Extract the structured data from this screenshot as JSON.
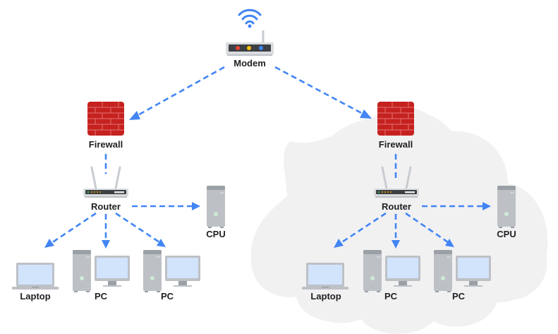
{
  "diagram": {
    "colors": {
      "edge": "#4285f4",
      "cloud": "#f1f1f2",
      "firewall": "#c5221f",
      "device_body": "#bdc1c6",
      "screen": "#d2e3fc",
      "label": "#202124"
    },
    "nodes": {
      "modem": {
        "label": "Modem",
        "icon": "modem-icon",
        "leds": [
          "#ea4335",
          "#fbbc04",
          "#4285f4"
        ]
      },
      "left": {
        "firewall": {
          "label": "Firewall",
          "icon": "firewall-icon"
        },
        "router": {
          "label": "Router",
          "icon": "router-icon"
        },
        "cpu": {
          "label": "CPU",
          "icon": "server-tower-icon"
        },
        "laptop": {
          "label": "Laptop",
          "icon": "laptop-icon"
        },
        "pc1": {
          "label": "PC",
          "icon": "desktop-pc-icon"
        },
        "pc2": {
          "label": "PC",
          "icon": "desktop-pc-icon"
        }
      },
      "right": {
        "group": "cloud",
        "firewall": {
          "label": "Firewall",
          "icon": "firewall-icon"
        },
        "router": {
          "label": "Router",
          "icon": "router-icon"
        },
        "cpu": {
          "label": "CPU",
          "icon": "server-tower-icon"
        },
        "laptop": {
          "label": "Laptop",
          "icon": "laptop-icon"
        },
        "pc1": {
          "label": "PC",
          "icon": "desktop-pc-icon"
        },
        "pc2": {
          "label": "PC",
          "icon": "desktop-pc-icon"
        }
      }
    },
    "edges": [
      {
        "from": "modem",
        "to": "left.firewall",
        "style": "dashed-arrow"
      },
      {
        "from": "modem",
        "to": "right.firewall",
        "style": "dashed-arrow"
      },
      {
        "from": "left.firewall",
        "to": "left.router",
        "style": "dashed"
      },
      {
        "from": "left.router",
        "to": "left.cpu",
        "style": "dashed-arrow"
      },
      {
        "from": "left.router",
        "to": "left.laptop",
        "style": "dashed-arrow"
      },
      {
        "from": "left.router",
        "to": "left.pc1",
        "style": "dashed-arrow"
      },
      {
        "from": "left.router",
        "to": "left.pc2",
        "style": "dashed-arrow"
      },
      {
        "from": "right.firewall",
        "to": "right.router",
        "style": "dashed"
      },
      {
        "from": "right.router",
        "to": "right.cpu",
        "style": "dashed-arrow"
      },
      {
        "from": "right.router",
        "to": "right.laptop",
        "style": "dashed-arrow"
      },
      {
        "from": "right.router",
        "to": "right.pc1",
        "style": "dashed-arrow"
      },
      {
        "from": "right.router",
        "to": "right.pc2",
        "style": "dashed-arrow"
      }
    ]
  }
}
